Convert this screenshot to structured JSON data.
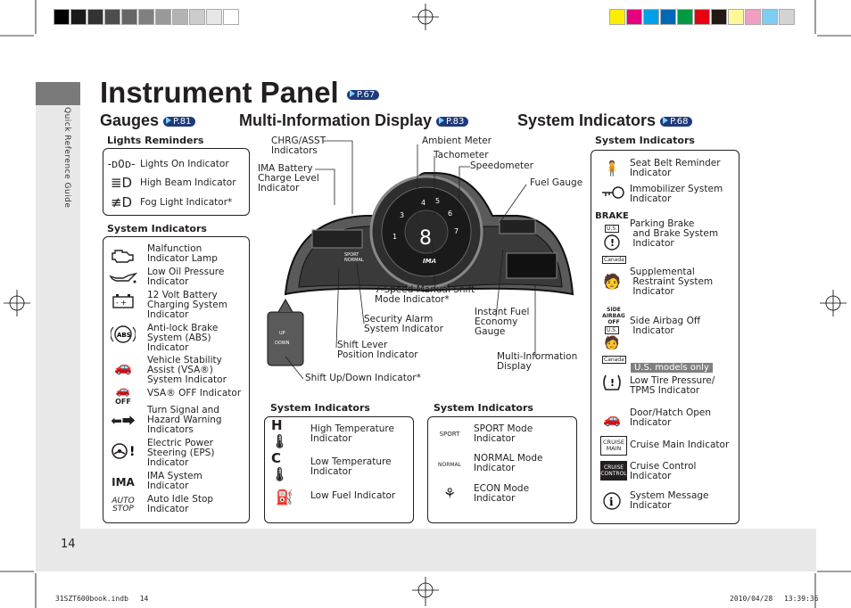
{
  "page": {
    "title": "Instrument Panel",
    "title_ref": "P.67",
    "side_label": "Quick Reference Guide",
    "page_number": "14",
    "footer_left": "31SZT600book.indb　 14",
    "footer_right": "2010/04/28　 13:39:36"
  },
  "sections": {
    "gauges": {
      "label": "Gauges",
      "ref": "P.81"
    },
    "mid": {
      "label": "Multi-Information Display",
      "ref": "P.83"
    },
    "system": {
      "label": "System Indicators",
      "ref": "P.68"
    }
  },
  "lights_reminders": {
    "heading": "Lights Reminders",
    "items": [
      "Lights On Indicator",
      "High Beam Indicator",
      "Fog Light Indicator*"
    ]
  },
  "left_system": {
    "heading": "System Indicators",
    "items": [
      "Malfunction\nIndicator Lamp",
      "Low Oil Pressure\nIndicator",
      "12 Volt Battery\nCharging System\nIndicator",
      "Anti-lock Brake\nSystem (ABS)\nIndicator",
      "Vehicle Stability\nAssist (VSA®)\nSystem Indicator",
      "VSA® OFF Indicator",
      "Turn Signal and\nHazard Warning\nIndicators",
      "Electric Power\nSteering (EPS)\nIndicator",
      "IMA System\nIndicator",
      "Auto Idle Stop\nIndicator"
    ],
    "icon_text": {
      "ima": "IMA",
      "auto_stop": "AUTO\nSTOP",
      "abs": "ABS",
      "off": "OFF"
    }
  },
  "callouts": {
    "chrg": "CHRG/ASST\nIndicators",
    "ima_battery": "IMA Battery\nCharge Level\nIndicator",
    "ambient": "Ambient Meter",
    "tach": "Tachometer",
    "speedo": "Speedometer",
    "fuel": "Fuel Gauge",
    "shift_mode": "7-Speed Manual Shift\nMode Indicator*",
    "security": "Security Alarm\nSystem Indicator",
    "shift_lever": "Shift Lever\nPosition Indicator",
    "updown": "Shift Up/Down Indicator*",
    "instant_fuel": "Instant Fuel\nEconomy\nGauge",
    "mid_display": "Multi-Information\nDisplay"
  },
  "cluster": {
    "gear": "8",
    "ima_logo": "IMA",
    "sport": "SPORT",
    "normal": "NORMAL",
    "updown_up": "UP",
    "updown_down": "DOWN"
  },
  "temp_box": {
    "heading": "System Indicators",
    "items": [
      "High Temperature\nIndicator",
      "Low Temperature\nIndicator",
      "Low Fuel Indicator"
    ]
  },
  "mode_box": {
    "heading": "System Indicators",
    "items": [
      "SPORT Mode\nIndicator",
      "NORMAL Mode\nIndicator",
      "ECON Mode\nIndicator"
    ],
    "icon_text": {
      "sport": "SPORT",
      "normal": "NORMAL"
    }
  },
  "right_system": {
    "heading": "System Indicators",
    "items": [
      "Seat Belt Reminder\nIndicator",
      "Immobilizer System\nIndicator",
      "Parking Brake\n and Brake System\n Indicator",
      "Supplemental\n Restraint System\n Indicator",
      "Side Airbag Off\n Indicator",
      "Low Tire Pressure/\nTPMS Indicator",
      "Door/Hatch Open\nIndicator",
      "Cruise Main Indicator",
      "Cruise Control\nIndicator",
      "System Message\nIndicator"
    ],
    "us_only": "U.S. models only",
    "icon_text": {
      "brake": "BRAKE",
      "us": "U.S.",
      "canada": "Canada",
      "side_airbag": "SIDE\nAIRBAG\nOFF",
      "cruise_main": "CRUISE\nMAIN",
      "cruise_control": "CRUISE\nCONTROL"
    }
  },
  "colors": {
    "swatch_grey": [
      "#000000",
      "#1a1a1a",
      "#333333",
      "#4d4d4d",
      "#666666",
      "#808080",
      "#999999",
      "#b3b3b3",
      "#cccccc",
      "#e6e6e6",
      "#ffffff"
    ],
    "swatch_color": [
      "#ffed00",
      "#e6007e",
      "#00a0e9",
      "#0068b7",
      "#009944",
      "#e60012",
      "#231815",
      "#fff799",
      "#f19ec2",
      "#7ecef4",
      "#d3d3d3"
    ],
    "ref_badge": "#1f3a7a"
  }
}
